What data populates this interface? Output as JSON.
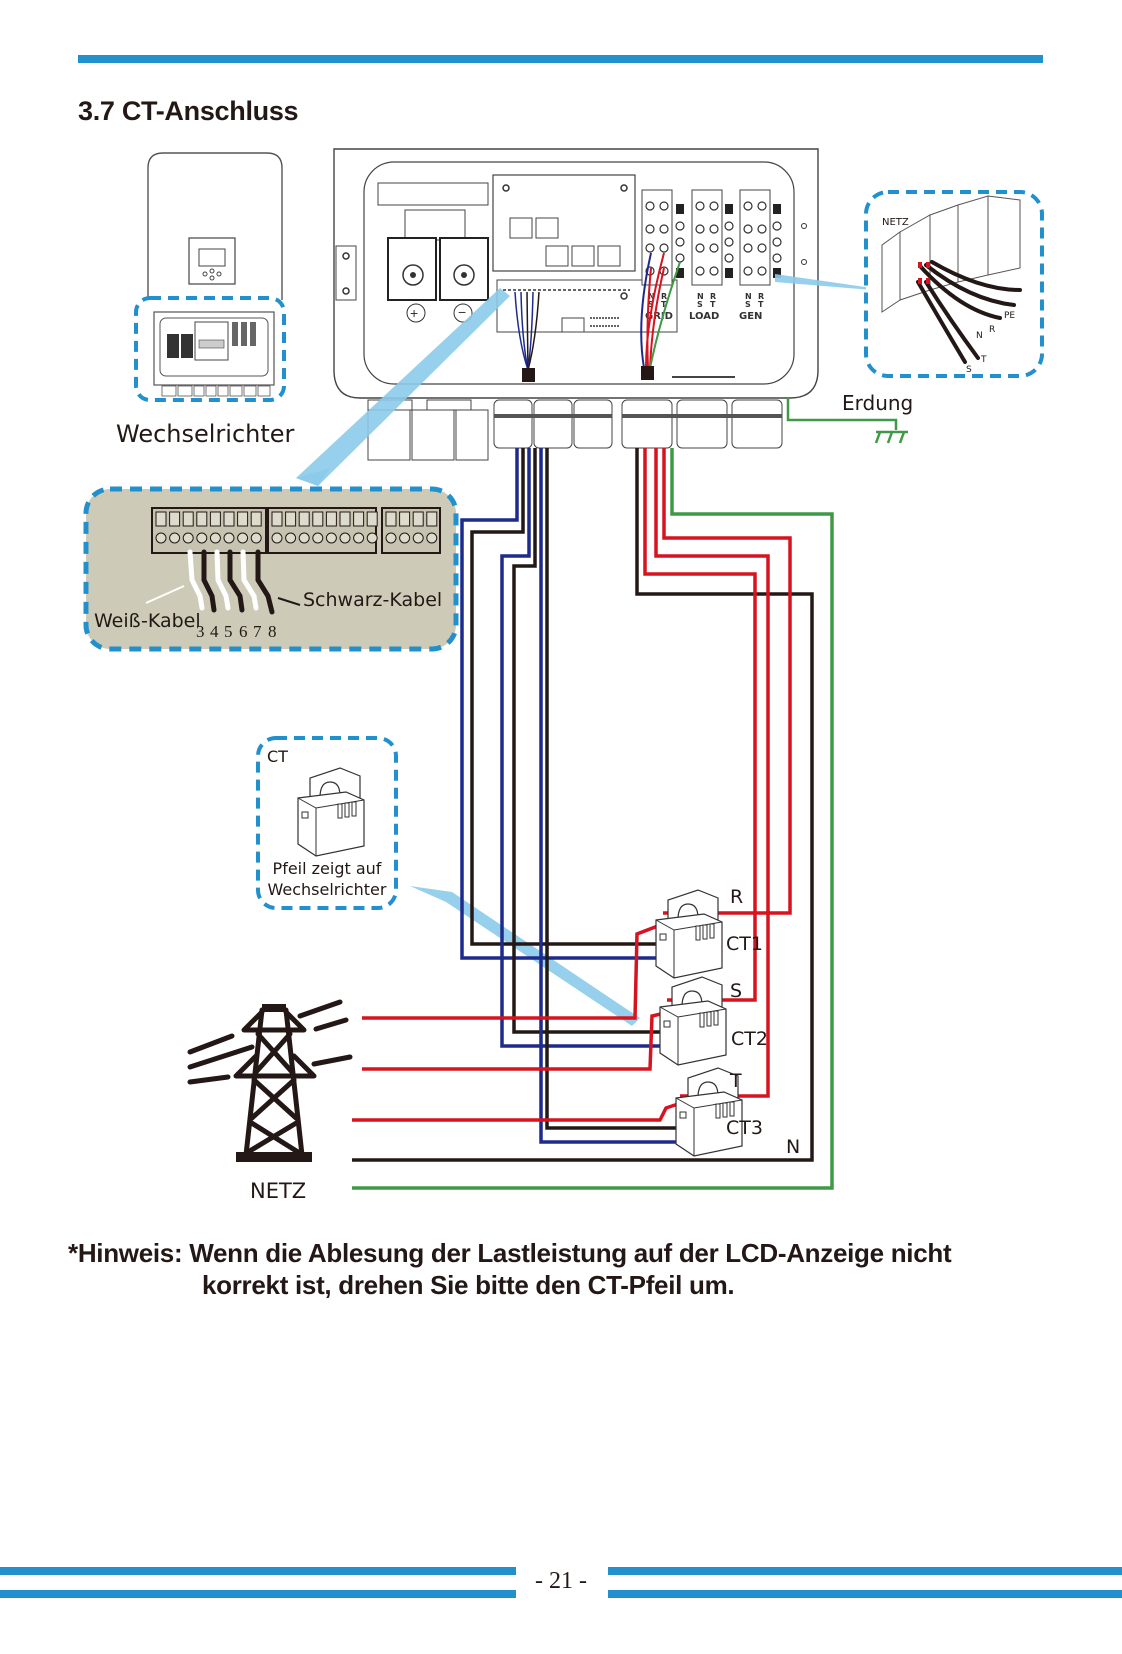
{
  "header": {
    "section_title": "3.7 CT-Anschluss"
  },
  "colors": {
    "accent_blue": "#2190cc",
    "wire_red": "#d7131f",
    "wire_blue": "#1e2b8c",
    "wire_black": "#231815",
    "wire_green": "#3f9a47",
    "callout_fill": "#cdcbb8",
    "arrow_light_blue": "#8ccbea"
  },
  "diagram": {
    "inverter_label": "Wechselrichter",
    "grounding_label": "Erdung",
    "terminal_groups": [
      "GRID",
      "LOAD",
      "GEN"
    ],
    "terminal_pin_labels": {
      "top_row": [
        "N",
        "R"
      ],
      "bottom_row": [
        "S",
        "T"
      ]
    },
    "grid_breaker_callout": {
      "title": "NETZ",
      "wire_labels": [
        "PE",
        "R",
        "N",
        "T",
        "S"
      ]
    },
    "comm_callout": {
      "white_cable_label": "Weiß-Kabel",
      "black_cable_label": "Schwarz-Kabel",
      "pin_numbers": [
        "3",
        "4",
        "5",
        "6",
        "7",
        "8"
      ]
    },
    "ct_callout": {
      "title": "CT",
      "caption_line1": "Pfeil zeigt auf",
      "caption_line2": "Wechselrichter"
    },
    "phase_labels": [
      "R",
      "S",
      "T",
      "N"
    ],
    "ct_labels": [
      "CT1",
      "CT2",
      "CT3"
    ],
    "grid_label": "NETZ"
  },
  "note": {
    "line1": "*Hinweis: Wenn die Ablesung der Lastleistung auf der LCD-Anzeige nicht",
    "line2": "korrekt ist, drehen Sie bitte den CT-Pfeil um."
  },
  "footer": {
    "page_number": "- 21 -"
  }
}
